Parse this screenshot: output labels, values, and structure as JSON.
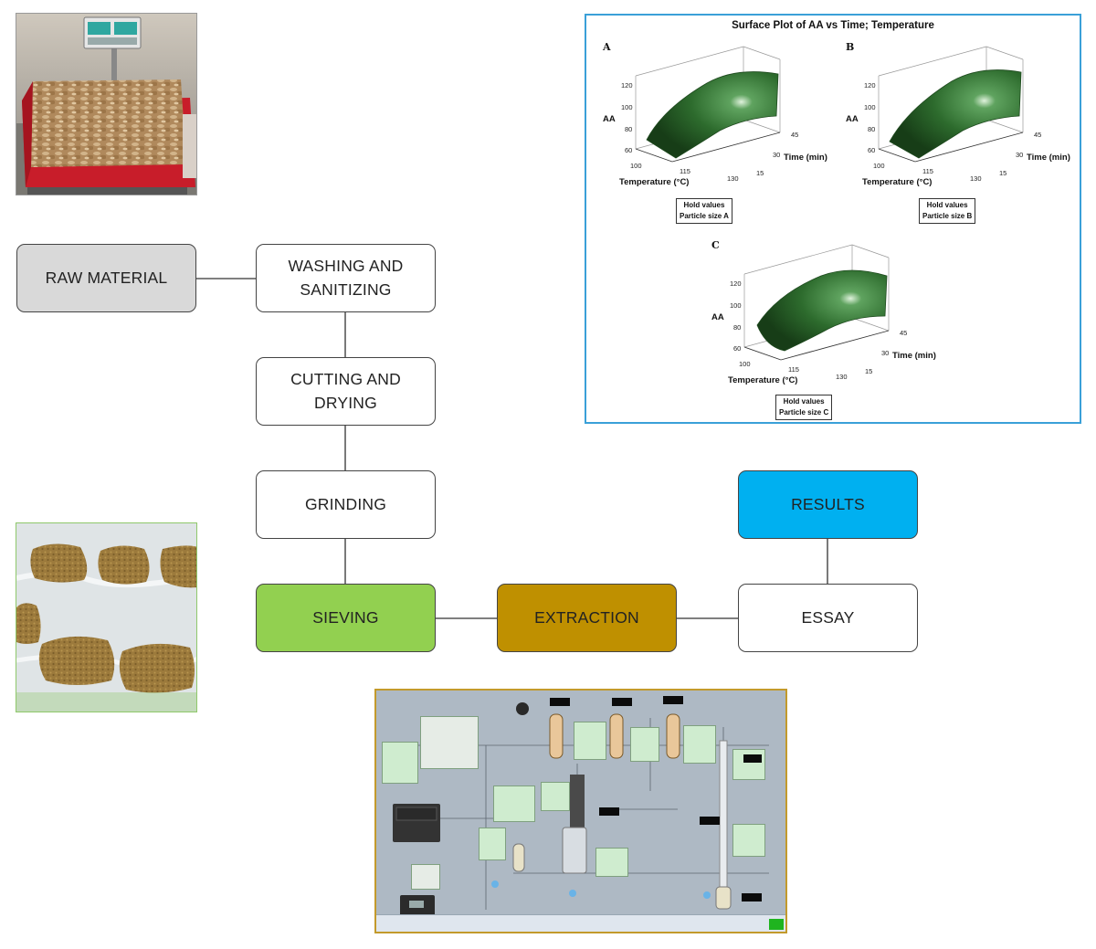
{
  "flowchart": {
    "raw_material": "RAW MATERIAL",
    "washing_line1": "WASHING AND",
    "washing_line2": "SANITIZING",
    "cutting_line1": "CUTTING AND",
    "cutting_line2": "DRYING",
    "grinding": "GRINDING",
    "sieving": "SIEVING",
    "extraction": "EXTRACTION",
    "essay": "ESSAY",
    "results": "RESULTS"
  },
  "colors": {
    "raw_material": "#d9d9d9",
    "sieving": "#92d050",
    "extraction": "#bf9000",
    "results": "#00b0f0",
    "plot_border": "#3aa0d8",
    "scada_border": "#c39a2c",
    "surface": "#2d6b2d"
  },
  "photos": {
    "raw_ginger": "ginger-in-crate-on-scale-photo",
    "ground_samples": "ground-powder-in-bags-photo",
    "scada": "extraction-control-software-screenshot"
  },
  "surface_plot": {
    "title": "Surface Plot of AA vs Time; Temperature",
    "panels": [
      {
        "letter": "A",
        "zlabel": "AA",
        "xlabel": "Temperature (°C)",
        "ylabel": "Time (min)",
        "z_ticks": [
          "120",
          "100",
          "80",
          "60"
        ],
        "x_ticks": [
          "100",
          "115",
          "130"
        ],
        "y_ticks": [
          "15",
          "30",
          "45"
        ],
        "hold_line1": "Hold values",
        "hold_line2": "Particle size A"
      },
      {
        "letter": "B",
        "zlabel": "AA",
        "xlabel": "Temperature (°C)",
        "ylabel": "Time (min)",
        "z_ticks": [
          "120",
          "100",
          "80",
          "60"
        ],
        "x_ticks": [
          "100",
          "115",
          "130"
        ],
        "y_ticks": [
          "15",
          "30",
          "45"
        ],
        "hold_line1": "Hold values",
        "hold_line2": "Particle size B"
      },
      {
        "letter": "C",
        "zlabel": "AA",
        "xlabel": "Temperature (°C)",
        "ylabel": "Time (min)",
        "z_ticks": [
          "120",
          "100",
          "80",
          "60"
        ],
        "x_ticks": [
          "100",
          "115",
          "130"
        ],
        "y_ticks": [
          "15",
          "30",
          "45"
        ],
        "hold_line1": "Hold values",
        "hold_line2": "Particle size C"
      }
    ]
  }
}
